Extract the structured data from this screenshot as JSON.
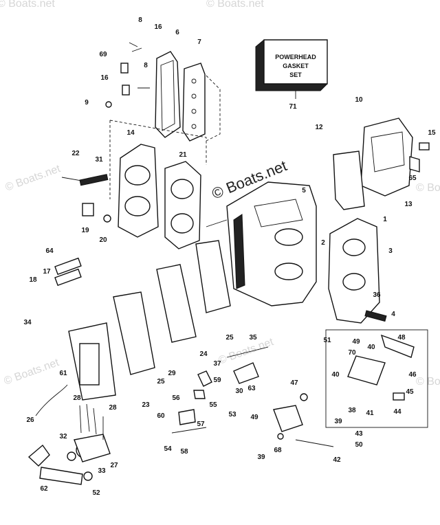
{
  "watermark": {
    "main": "© Boats.net",
    "faint": "© Boats.net"
  },
  "gasket_box": {
    "line1": "POWERHEAD",
    "line2": "GASKET",
    "line3": "SET"
  },
  "callouts": [
    {
      "id": "c1",
      "text": "1"
    },
    {
      "id": "c2",
      "text": "2"
    },
    {
      "id": "c3",
      "text": "3"
    },
    {
      "id": "c4",
      "text": "4"
    },
    {
      "id": "c5",
      "text": "5"
    },
    {
      "id": "c6",
      "text": "6"
    },
    {
      "id": "c7",
      "text": "7"
    },
    {
      "id": "c8a",
      "text": "8"
    },
    {
      "id": "c8b",
      "text": "8"
    },
    {
      "id": "c9",
      "text": "9"
    },
    {
      "id": "c10",
      "text": "10"
    },
    {
      "id": "c12",
      "text": "12"
    },
    {
      "id": "c13",
      "text": "13"
    },
    {
      "id": "c14",
      "text": "14"
    },
    {
      "id": "c15",
      "text": "15"
    },
    {
      "id": "c16a",
      "text": "16"
    },
    {
      "id": "c16b",
      "text": "16"
    },
    {
      "id": "c17",
      "text": "17"
    },
    {
      "id": "c18",
      "text": "18"
    },
    {
      "id": "c19",
      "text": "19"
    },
    {
      "id": "c20",
      "text": "20"
    },
    {
      "id": "c21",
      "text": "21"
    },
    {
      "id": "c22",
      "text": "22"
    },
    {
      "id": "c23",
      "text": "23"
    },
    {
      "id": "c24",
      "text": "24"
    },
    {
      "id": "c25a",
      "text": "25"
    },
    {
      "id": "c25b",
      "text": "25"
    },
    {
      "id": "c26",
      "text": "26"
    },
    {
      "id": "c27",
      "text": "27"
    },
    {
      "id": "c28a",
      "text": "28"
    },
    {
      "id": "c28b",
      "text": "28"
    },
    {
      "id": "c29",
      "text": "29"
    },
    {
      "id": "c30",
      "text": "30"
    },
    {
      "id": "c31",
      "text": "31"
    },
    {
      "id": "c32",
      "text": "32"
    },
    {
      "id": "c33",
      "text": "33"
    },
    {
      "id": "c34",
      "text": "34"
    },
    {
      "id": "c35",
      "text": "35"
    },
    {
      "id": "c36",
      "text": "36"
    },
    {
      "id": "c37",
      "text": "37"
    },
    {
      "id": "c38",
      "text": "38"
    },
    {
      "id": "c39a",
      "text": "39"
    },
    {
      "id": "c39b",
      "text": "39"
    },
    {
      "id": "c40a",
      "text": "40"
    },
    {
      "id": "c40b",
      "text": "40"
    },
    {
      "id": "c41",
      "text": "41"
    },
    {
      "id": "c42",
      "text": "42"
    },
    {
      "id": "c43",
      "text": "43"
    },
    {
      "id": "c44",
      "text": "44"
    },
    {
      "id": "c45",
      "text": "45"
    },
    {
      "id": "c46",
      "text": "46"
    },
    {
      "id": "c47",
      "text": "47"
    },
    {
      "id": "c48",
      "text": "48"
    },
    {
      "id": "c49a",
      "text": "49"
    },
    {
      "id": "c49b",
      "text": "49"
    },
    {
      "id": "c50",
      "text": "50"
    },
    {
      "id": "c51",
      "text": "51"
    },
    {
      "id": "c52",
      "text": "52"
    },
    {
      "id": "c53",
      "text": "53"
    },
    {
      "id": "c54",
      "text": "54"
    },
    {
      "id": "c55",
      "text": "55"
    },
    {
      "id": "c56",
      "text": "56"
    },
    {
      "id": "c57",
      "text": "57"
    },
    {
      "id": "c58",
      "text": "58"
    },
    {
      "id": "c59",
      "text": "59"
    },
    {
      "id": "c60",
      "text": "60"
    },
    {
      "id": "c61",
      "text": "61"
    },
    {
      "id": "c62",
      "text": "62"
    },
    {
      "id": "c63",
      "text": "63"
    },
    {
      "id": "c64",
      "text": "64"
    },
    {
      "id": "c65",
      "text": "65"
    },
    {
      "id": "c68",
      "text": "68"
    },
    {
      "id": "c69",
      "text": "69"
    },
    {
      "id": "c70",
      "text": "70"
    },
    {
      "id": "c71",
      "text": "71"
    }
  ]
}
